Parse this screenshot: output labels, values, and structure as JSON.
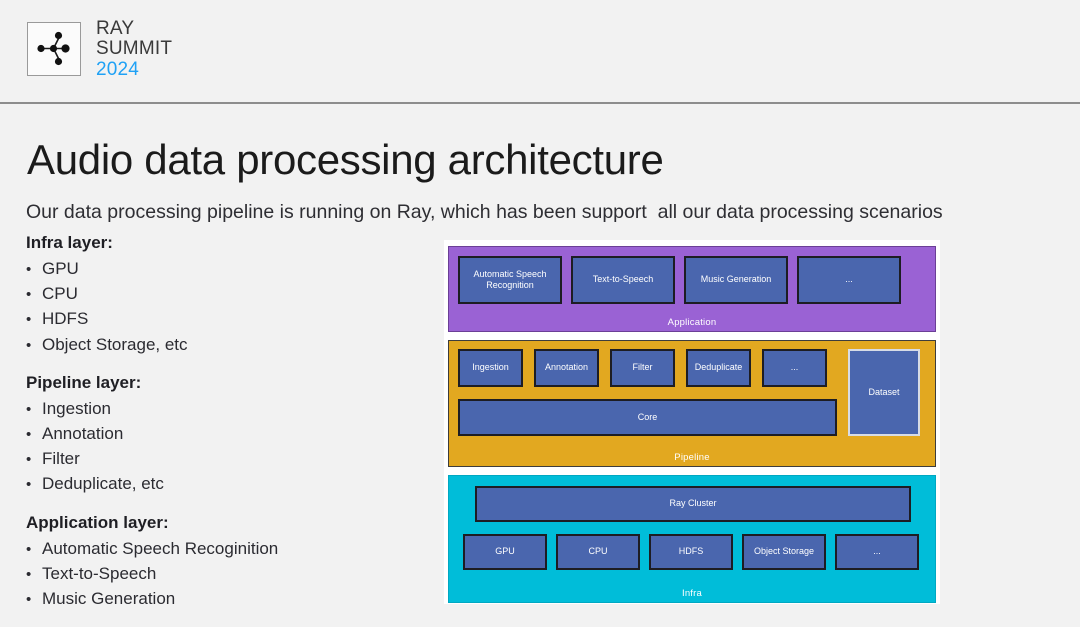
{
  "header": {
    "logo": {
      "icon_name": "ray-summit-node-graph-logo",
      "line1": "RAY",
      "line2": "SUMMIT",
      "year": "2024",
      "year_color": "#1fa1f5"
    }
  },
  "slide": {
    "title": "Audio data processing architecture",
    "subtitle": "Our data processing pipeline is running on Ray, which has been support  all our data processing scenarios"
  },
  "bullets": [
    {
      "heading": "Infra layer:",
      "items": [
        "GPU",
        "CPU",
        "HDFS",
        "Object Storage, etc"
      ]
    },
    {
      "heading": "Pipeline layer:",
      "items": [
        "Ingestion",
        "Annotation",
        "Filter",
        "Deduplicate, etc"
      ]
    },
    {
      "heading": "Application layer:",
      "items": [
        "Automatic Speech Recoginition",
        "Text-to-Speech",
        "Music Generation"
      ]
    }
  ],
  "bullet_glyph": "•",
  "diagram": {
    "colors": {
      "application": "#9a62d4",
      "pipeline": "#e2a820",
      "infra": "#00bdd9",
      "node": "#4a66ae"
    },
    "application": {
      "label": "Application",
      "nodes": [
        "Automatic Speech Recognition",
        "Text-to-Speech",
        "Music Generation",
        "..."
      ]
    },
    "pipeline": {
      "label": "Pipeline",
      "nodes": [
        "Ingestion",
        "Annotation",
        "Filter",
        "Deduplicate",
        "..."
      ],
      "core": "Core",
      "dataset": "Dataset"
    },
    "infra": {
      "label": "Infra",
      "cluster": "Ray Cluster",
      "nodes": [
        "GPU",
        "CPU",
        "HDFS",
        "Object Storage",
        "..."
      ]
    }
  }
}
